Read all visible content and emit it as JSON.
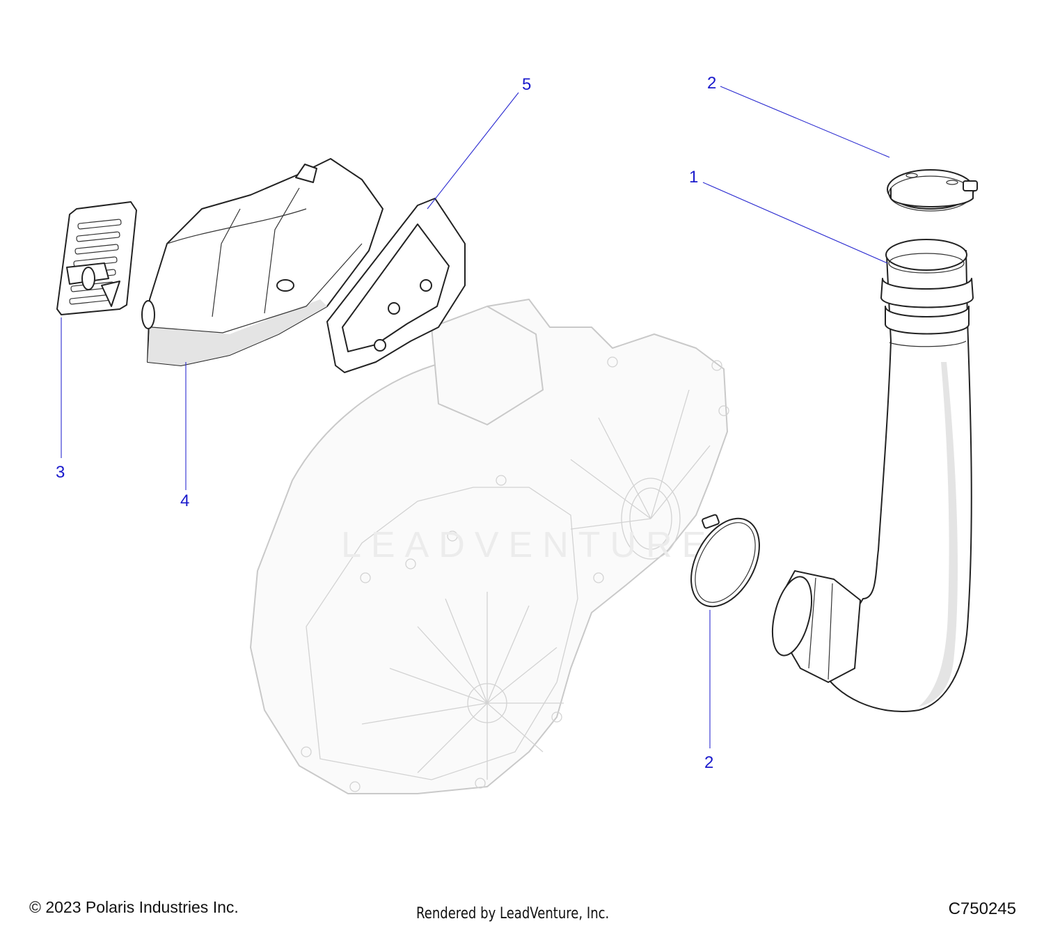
{
  "callouts": {
    "c1": "1",
    "c2_top": "2",
    "c2_bottom": "2",
    "c3": "3",
    "c4": "4",
    "c5": "5"
  },
  "watermark": "LEADVENTURE",
  "footer": {
    "copyright": "© 2023 Polaris Industries Inc.",
    "rendered_by": "Rendered by LeadVenture, Inc.",
    "diagram_id": "C750245"
  },
  "colors": {
    "callout_blue": "#1a1acc",
    "ghost_gray": "#c9c9c9"
  }
}
